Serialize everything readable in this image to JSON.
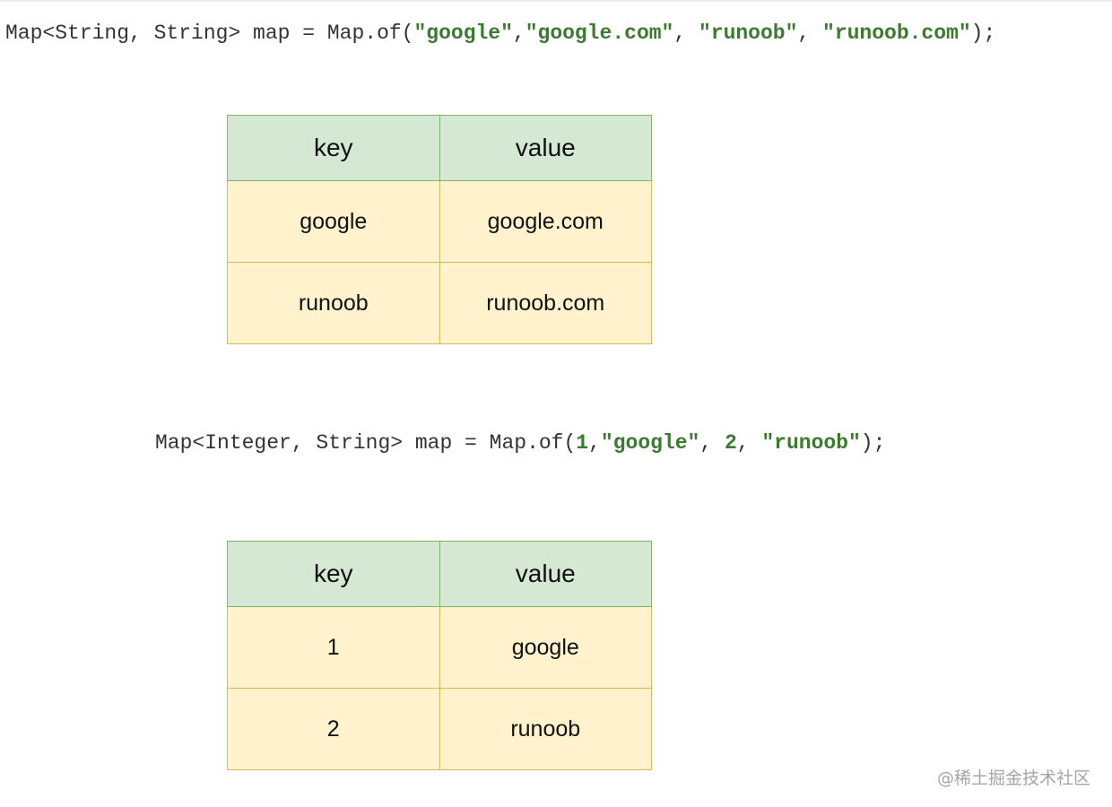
{
  "code1": [
    {
      "text": "Map<String, String> map = Map.of(",
      "type": "plain"
    },
    {
      "text": "\"google\"",
      "type": "str"
    },
    {
      "text": ",",
      "type": "plain"
    },
    {
      "text": "\"google.com\"",
      "type": "str"
    },
    {
      "text": ", ",
      "type": "plain"
    },
    {
      "text": "\"runoob\"",
      "type": "str"
    },
    {
      "text": ", ",
      "type": "plain"
    },
    {
      "text": "\"runoob.com\"",
      "type": "str"
    },
    {
      "text": ");",
      "type": "plain"
    }
  ],
  "table1": {
    "headers": [
      "key",
      "value"
    ],
    "rows": [
      [
        "google",
        "google.com"
      ],
      [
        "runoob",
        "runoob.com"
      ]
    ]
  },
  "code2": [
    {
      "text": "Map<Integer, String> map = Map.of(",
      "type": "plain"
    },
    {
      "text": "1",
      "type": "num"
    },
    {
      "text": ",",
      "type": "plain"
    },
    {
      "text": "\"google\"",
      "type": "str"
    },
    {
      "text": ", ",
      "type": "plain"
    },
    {
      "text": "2",
      "type": "num"
    },
    {
      "text": ", ",
      "type": "plain"
    },
    {
      "text": "\"runoob\"",
      "type": "str"
    },
    {
      "text": ");",
      "type": "plain"
    }
  ],
  "table2": {
    "headers": [
      "key",
      "value"
    ],
    "rows": [
      [
        "1",
        "google"
      ],
      [
        "2",
        "runoob"
      ]
    ]
  },
  "watermark": "@稀土掘金技术社区",
  "colors": {
    "string_literal": "#3b7a2f",
    "header_fill": "#d5e8d4",
    "header_border": "#82b366",
    "cell_fill": "#fff2cc",
    "cell_border": "#d6b656"
  }
}
